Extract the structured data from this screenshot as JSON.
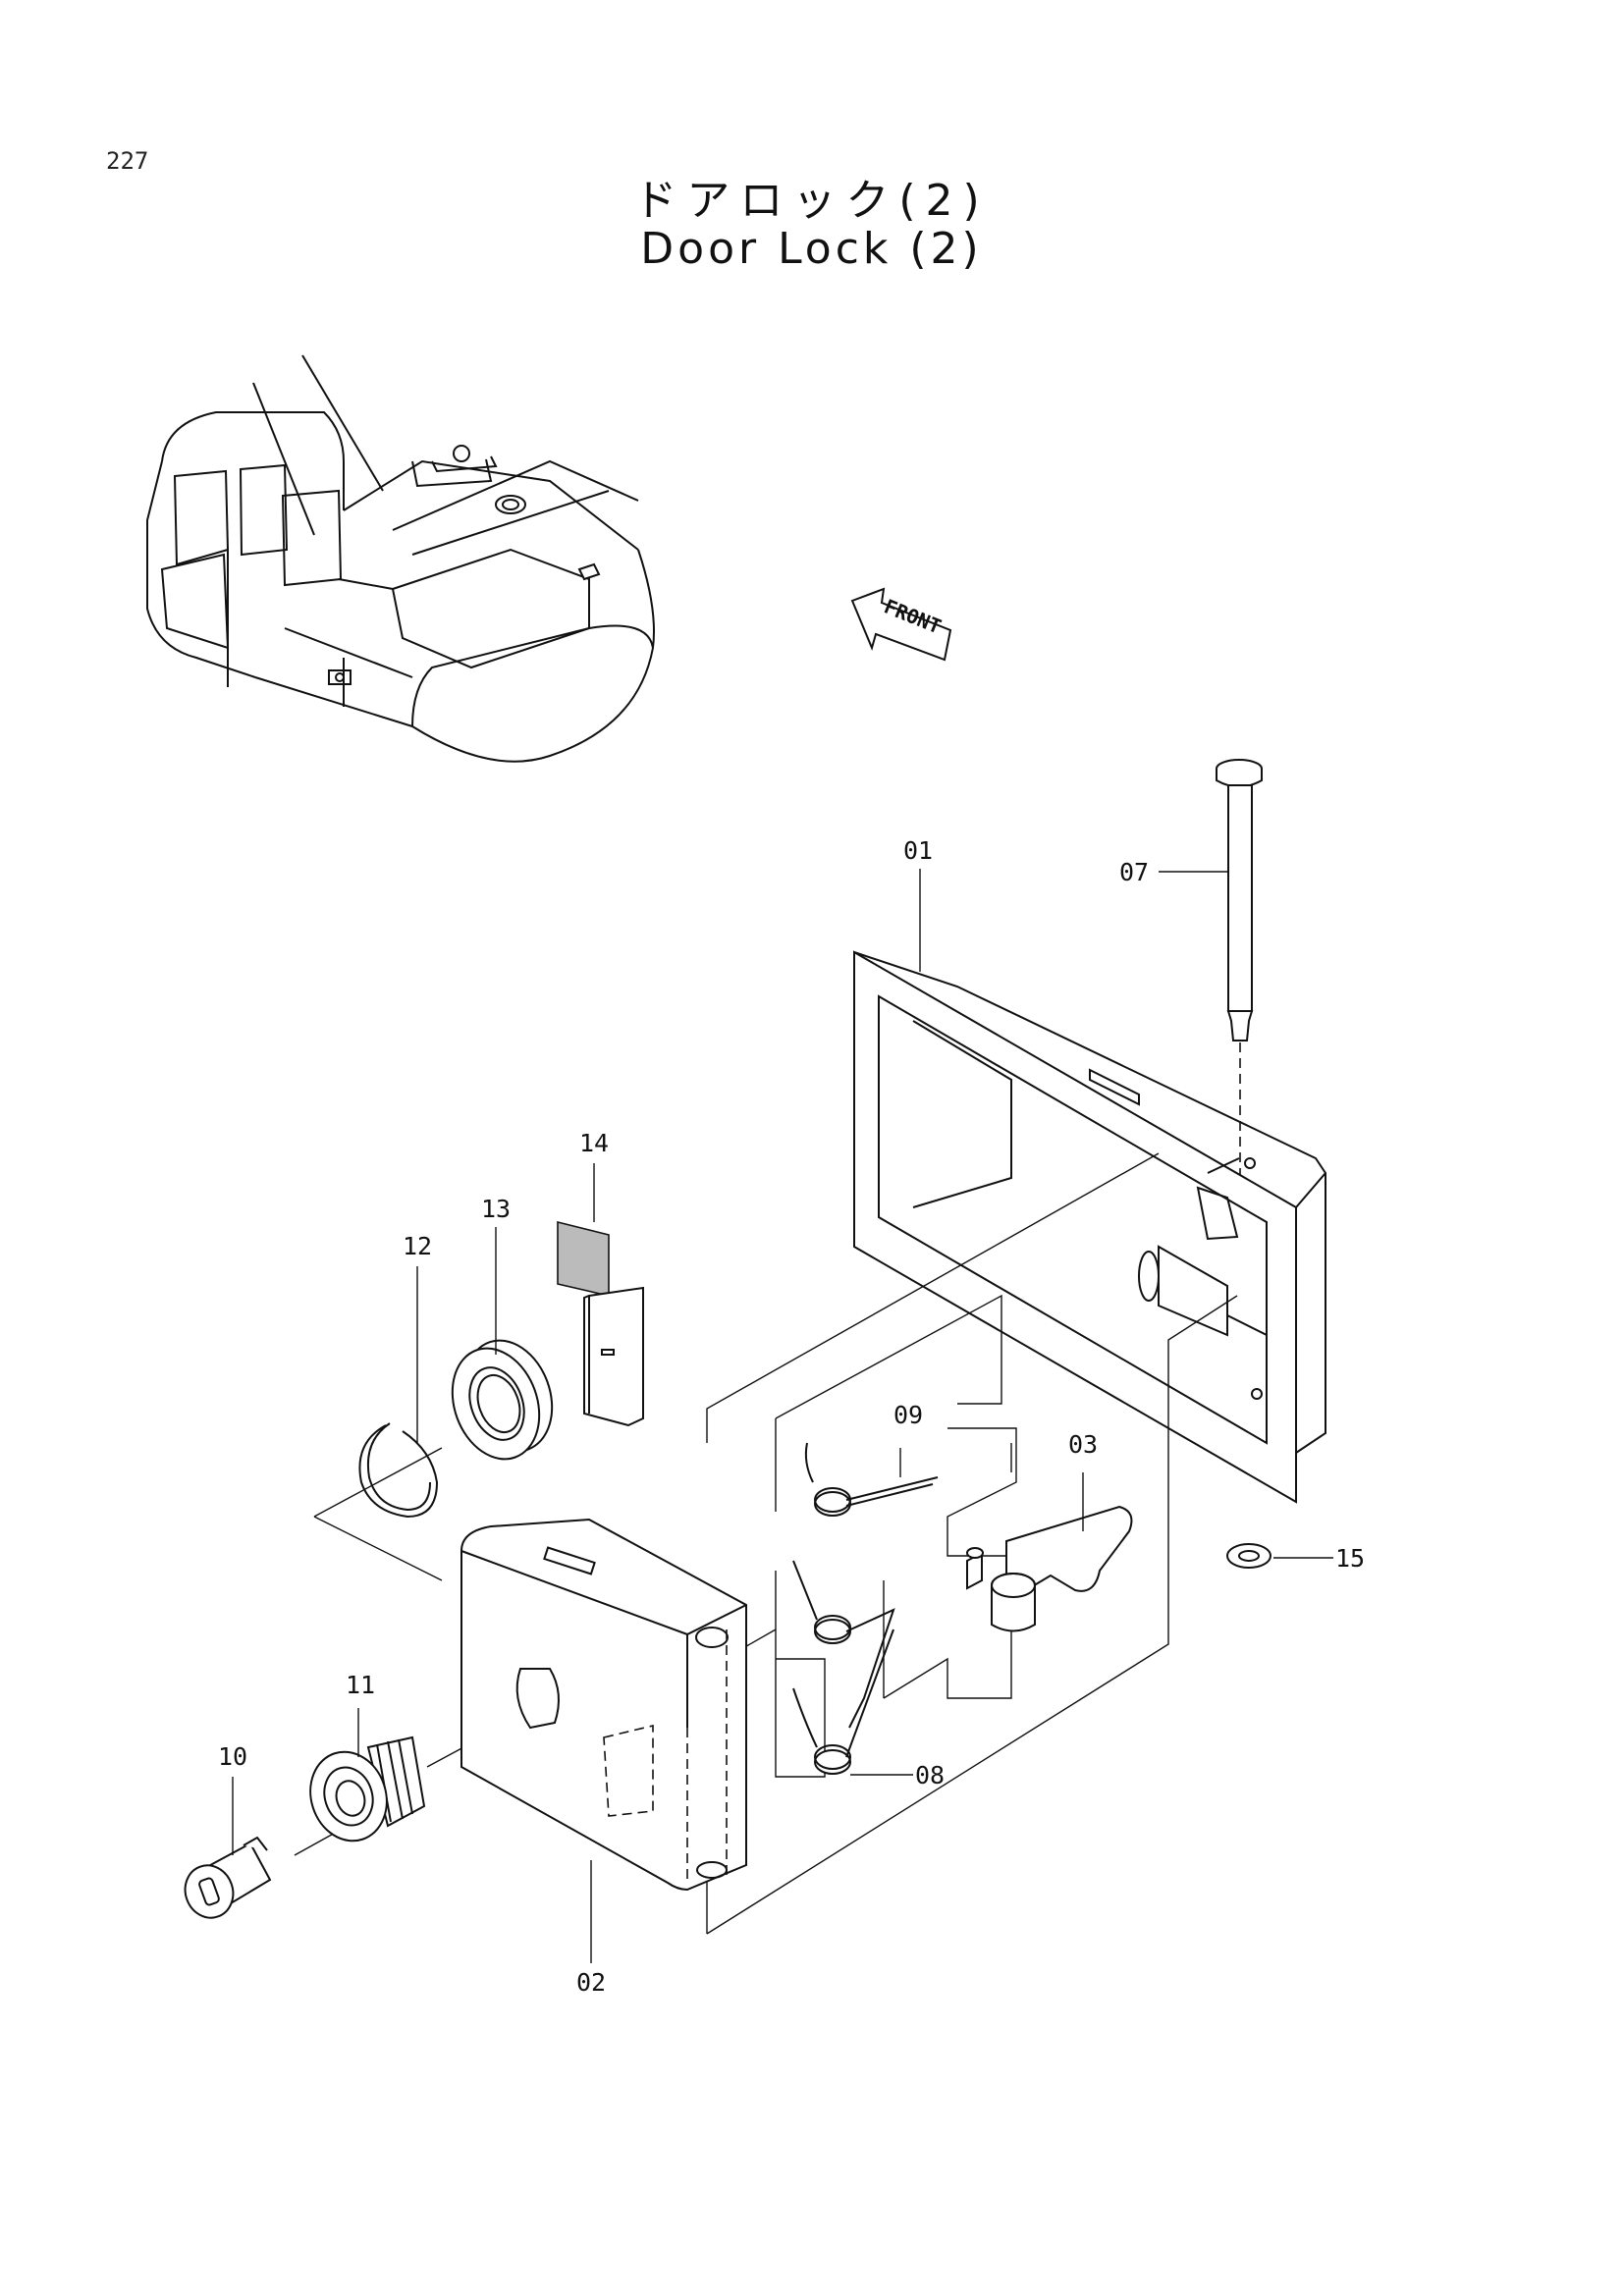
{
  "page_number": "227",
  "title_jp": "ドアロック(2)",
  "title_en": "Door Lock (2)",
  "direction_arrow": "FRONT",
  "callouts": [
    "01",
    "02",
    "03",
    "07",
    "08",
    "09",
    "10",
    "11",
    "12",
    "13",
    "14",
    "15"
  ]
}
